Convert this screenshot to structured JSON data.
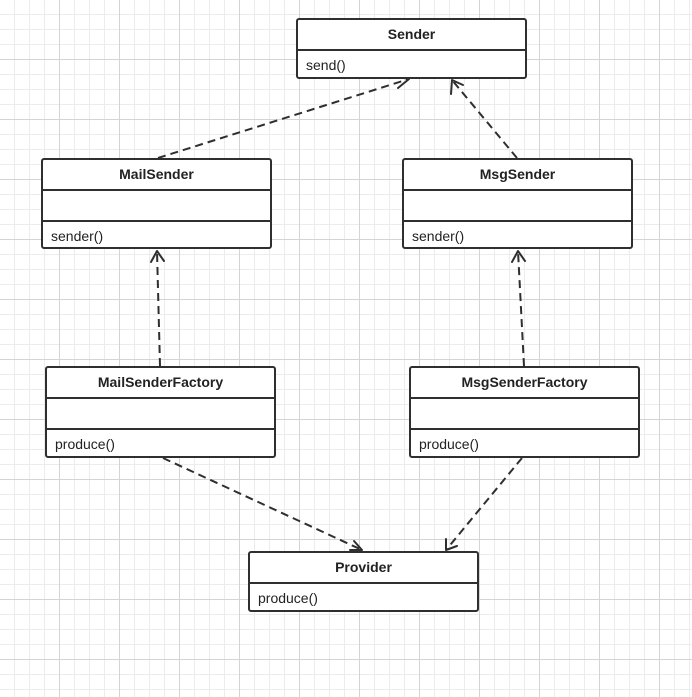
{
  "classes": {
    "sender": {
      "name": "Sender",
      "method": "send()"
    },
    "mail_sender": {
      "name": "MailSender",
      "method": "sender()"
    },
    "msg_sender": {
      "name": "MsgSender",
      "method": "sender()"
    },
    "mail_sender_factory": {
      "name": "MailSenderFactory",
      "method": "produce()"
    },
    "msg_sender_factory": {
      "name": "MsgSenderFactory",
      "method": "produce()"
    },
    "provider": {
      "name": "Provider",
      "method": "produce()"
    }
  },
  "relationships": [
    {
      "from": "MailSender",
      "to": "Sender",
      "type": "realization"
    },
    {
      "from": "MsgSender",
      "to": "Sender",
      "type": "realization"
    },
    {
      "from": "MailSenderFactory",
      "to": "MailSender",
      "type": "dependency"
    },
    {
      "from": "MsgSenderFactory",
      "to": "MsgSender",
      "type": "dependency"
    },
    {
      "from": "MailSenderFactory",
      "to": "Provider",
      "type": "realization"
    },
    {
      "from": "MsgSenderFactory",
      "to": "Provider",
      "type": "realization"
    }
  ],
  "colors": {
    "line": "#2f2f2f",
    "grid": "#d4d4d4",
    "background": "#ffffff"
  }
}
